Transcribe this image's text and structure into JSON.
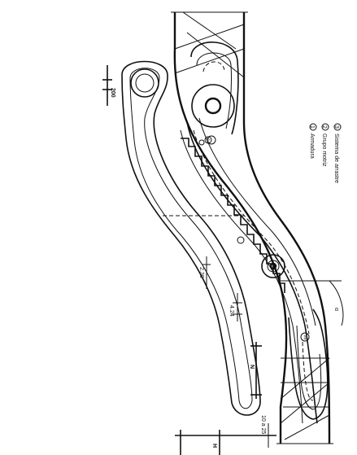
{
  "legend": {
    "items": [
      {
        "num": "1",
        "text": "Armadura"
      },
      {
        "num": "2",
        "text": "Grupo motriz"
      },
      {
        "num": "3",
        "text": "Sistema de arrastre"
      }
    ]
  },
  "dimensions": {
    "top_200": "200",
    "d_230": "2.30",
    "d_424": "4.24",
    "n": "N",
    "h": "H",
    "bottom_10": "10 a 25"
  },
  "markers": {
    "m1": "1",
    "m2": "2",
    "angle": "α"
  }
}
